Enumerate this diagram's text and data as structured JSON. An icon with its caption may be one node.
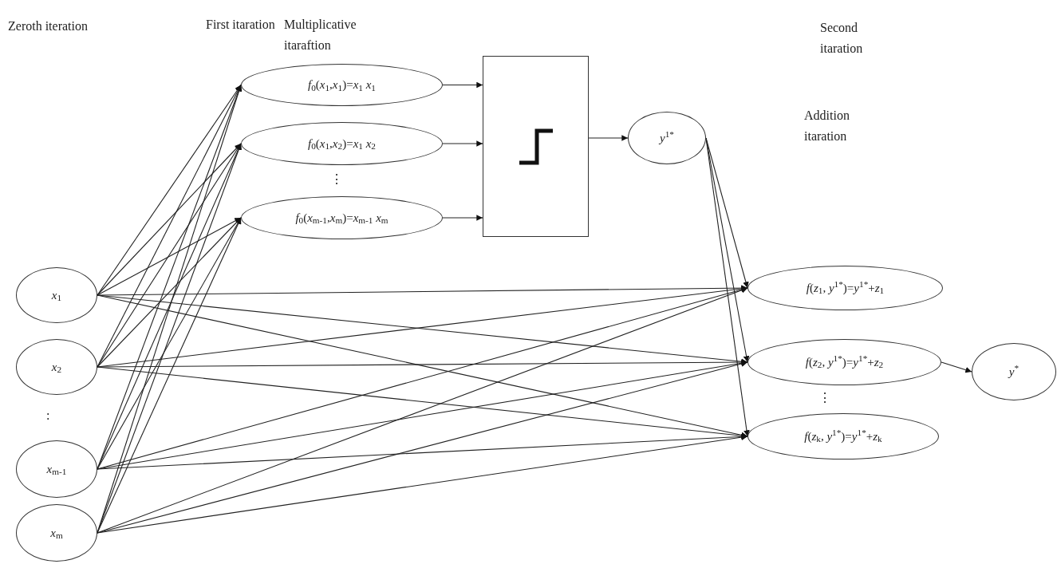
{
  "diagram": {
    "nodes": [
      {
        "text": [
          "*x*$_{1}$"
        ]
      },
      {
        "text": [
          "*x*$_{2}$"
        ]
      },
      {
        "text": [
          "*x*$_{m-1}$"
        ]
      },
      {
        "text": [
          "*x*$_{m}$"
        ]
      },
      {
        "text": [
          "*f*$_{0}$(*x*$_{1}$,*x*$_{1}$)=*x*$_{1}$ *x*$_{1}$"
        ]
      },
      {
        "text": [
          "*f*$_{0}$(*x*$_{1}$,*x*$_{2}$)=*x*$_{1}$ *x*$_{2}$"
        ]
      },
      {
        "text": [
          "*f*$_{0}$(*x*$_{m-1}$,*x*$_{m}$)=*x*$_{m-1}$ *x*$_{m}$"
        ]
      },
      {
        "text": [],
        "shape": "box"
      },
      {
        "text": [
          "*y*$^{1*}$"
        ]
      },
      {
        "text": [
          "*f*(*z*$_{1}$, *y*$^{1*}$)=*y*$^{1*}$+*z*$_{1}$"
        ]
      },
      {
        "text": [
          "*f*(*z*$_{2}$, *y*$^{1*}$)=*y*$^{1*}$+*z*$_{2}$"
        ]
      },
      {
        "text": [
          "*f*(*z*$_{k}$, *y*$^{1*}$)=*y*$^{1*}$+*z*$_{k}$"
        ]
      },
      {
        "text": [
          "*y*$^{*}$"
        ]
      }
    ],
    "edges": [
      {
        "from": 0,
        "to": 4,
        "arrow": "to"
      },
      {
        "from": 0,
        "to": 5,
        "arrow": "to"
      },
      {
        "from": 0,
        "to": 6,
        "arrow": "to"
      },
      {
        "from": 1,
        "to": 4,
        "arrow": "to"
      },
      {
        "from": 1,
        "to": 5,
        "arrow": "to"
      },
      {
        "from": 1,
        "to": 6,
        "arrow": "to"
      },
      {
        "from": 2,
        "to": 4,
        "arrow": "to"
      },
      {
        "from": 2,
        "to": 5,
        "arrow": "to"
      },
      {
        "from": 2,
        "to": 6,
        "arrow": "to"
      },
      {
        "from": 3,
        "to": 4,
        "arrow": "to"
      },
      {
        "from": 3,
        "to": 5,
        "arrow": "to"
      },
      {
        "from": 3,
        "to": 6,
        "arrow": "to"
      },
      {
        "from": 4,
        "to": 7,
        "arrow": "to"
      },
      {
        "from": 5,
        "to": 7,
        "arrow": "to"
      },
      {
        "from": 6,
        "to": 7,
        "arrow": "to"
      },
      {
        "from": 7,
        "to": 8,
        "arrow": "to"
      },
      {
        "from": 8,
        "to": 9,
        "arrow": "to"
      },
      {
        "from": 8,
        "to": 10,
        "arrow": "to"
      },
      {
        "from": 8,
        "to": 11,
        "arrow": "to"
      },
      {
        "from": 0,
        "to": 9,
        "arrow": "to"
      },
      {
        "from": 0,
        "to": 10,
        "arrow": "to"
      },
      {
        "from": 0,
        "to": 11,
        "arrow": "to"
      },
      {
        "from": 1,
        "to": 9,
        "arrow": "to"
      },
      {
        "from": 1,
        "to": 10,
        "arrow": "to"
      },
      {
        "from": 1,
        "to": 11,
        "arrow": "to"
      },
      {
        "from": 2,
        "to": 9,
        "arrow": "to"
      },
      {
        "from": 2,
        "to": 10,
        "arrow": "to"
      },
      {
        "from": 2,
        "to": 11,
        "arrow": "to"
      },
      {
        "from": 3,
        "to": 9,
        "arrow": "to"
      },
      {
        "from": 3,
        "to": 10,
        "arrow": "to"
      },
      {
        "from": 3,
        "to": 11,
        "arrow": "to"
      },
      {
        "from": 10,
        "to": 12,
        "arrow": "to"
      }
    ],
    "labels": [
      "Zeroth iteration",
      "First itaration",
      "Multiplicative itaraftion",
      "Second itaration",
      "Addition itaration",
      ":",
      "⋮",
      "⋮"
    ]
  }
}
